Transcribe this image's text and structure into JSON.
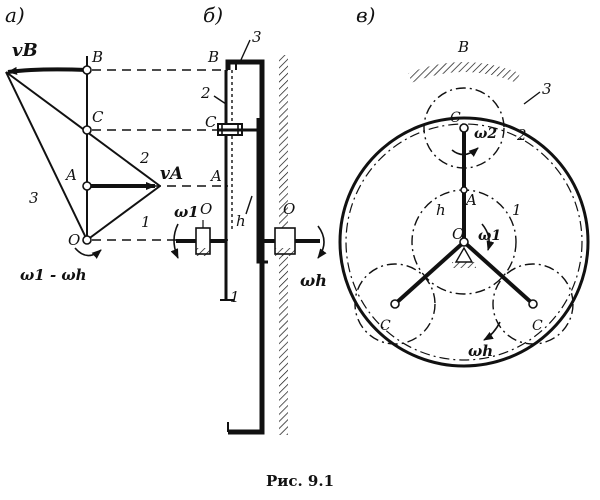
{
  "panel_a": {
    "title": "а)",
    "labels": {
      "B": "B",
      "C": "C",
      "A": "A",
      "O": "O",
      "vB": "vB",
      "vA": "vA",
      "n2": "2",
      "n3": "3",
      "n1": "1",
      "omega_label": "ω1 - ωh"
    }
  },
  "panel_b": {
    "title": "б)",
    "labels": {
      "n3": "3",
      "B": "B",
      "n2": "2",
      "C": "C",
      "A": "A",
      "h": "h",
      "O1": "O",
      "O2": "O",
      "omega1": "ω1",
      "n1": "1",
      "omegah": "ωh"
    }
  },
  "panel_v": {
    "title": "в)",
    "labels": {
      "B": "B",
      "n3": "3",
      "C_top": "C",
      "omega2": "ω2",
      "n2": "2",
      "h": "h",
      "A": "A",
      "n1": "1",
      "O": "O",
      "omega1": "ω1",
      "C_left": "C",
      "C_right": "C",
      "omegah": "ωh"
    }
  },
  "caption": "Рис. 9.1"
}
